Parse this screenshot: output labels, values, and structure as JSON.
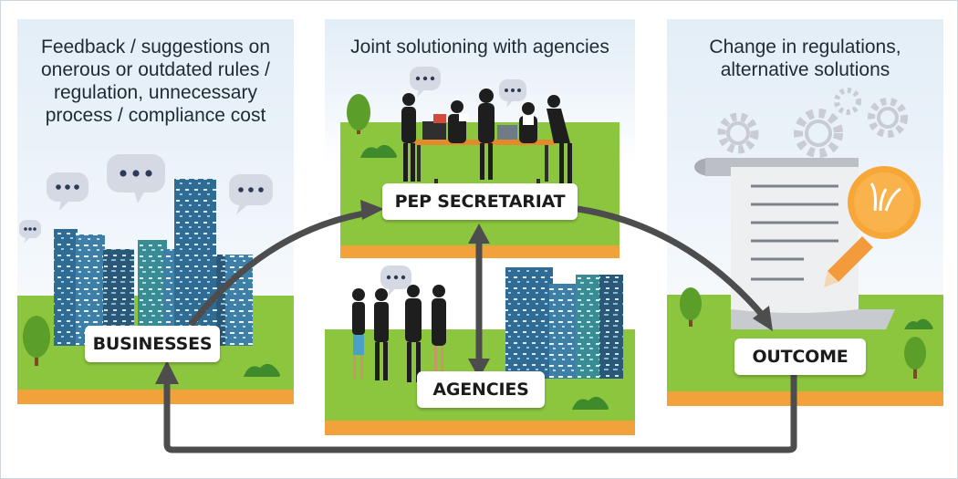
{
  "panels": {
    "left_heading": "Feedback / suggestions on onerous or outdated rules / regulation, unnecessary process / compliance cost",
    "middle_heading": "Joint solutioning with agencies",
    "right_heading": "Change in regulations, alternative solutions"
  },
  "nodes": {
    "businesses": "BUSINESSES",
    "pep_secretariat": "PEP SECRETARIAT",
    "agencies": "AGENCIES",
    "outcome": "OUTCOME"
  },
  "colors": {
    "grass": "#8cc63f",
    "soil": "#f2a23a",
    "arrow": "#4d4d4d",
    "building": "#4a7ea8",
    "bulb": "#f7a738"
  },
  "icons": [
    "speech-bubble-icon",
    "gear-icon",
    "lightbulb-icon",
    "pencil-icon",
    "document-icon",
    "tree-icon",
    "bush-icon"
  ]
}
